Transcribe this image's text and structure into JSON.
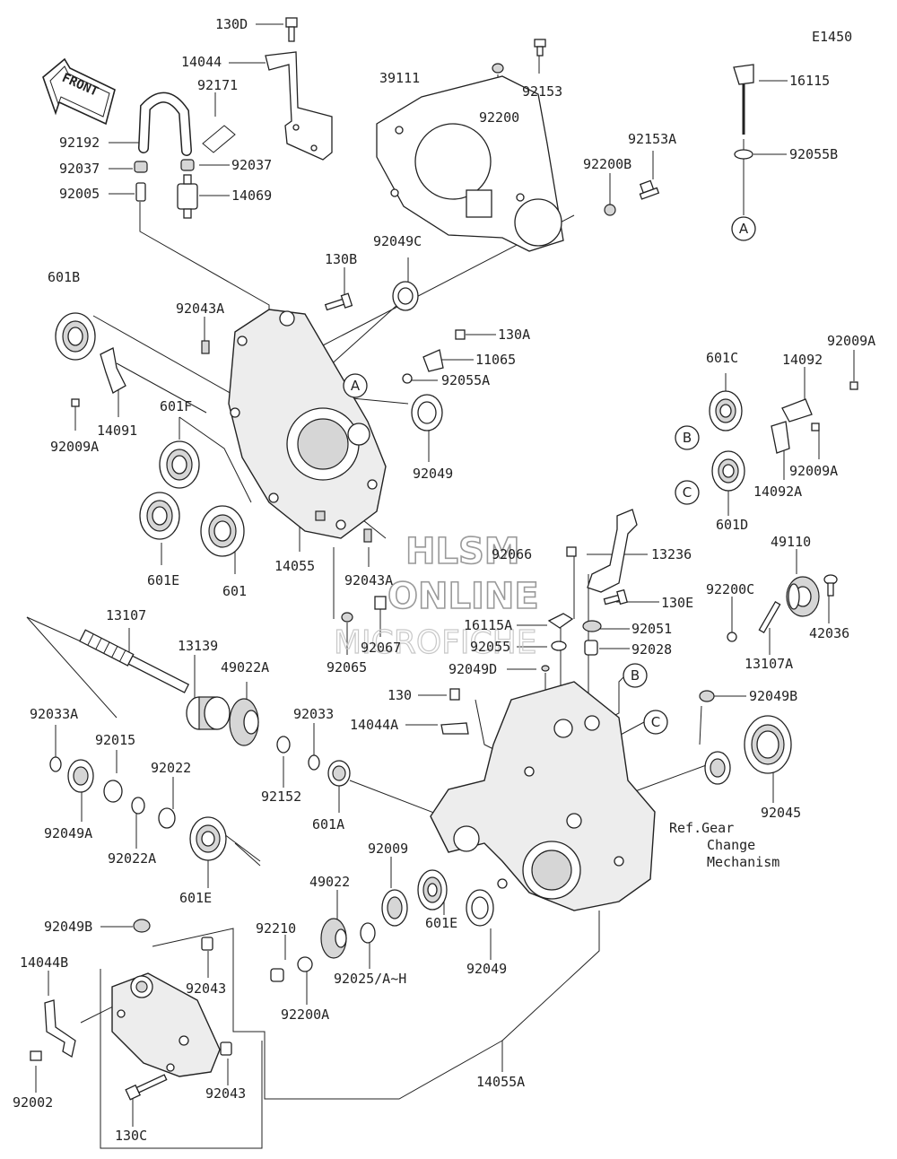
{
  "diagram_code": "E1450",
  "front_arrow": "FRONT",
  "watermark": {
    "line1": "HLSM",
    "line2": "ONLINE",
    "line3": "MICROFICHE"
  },
  "labels": {
    "l130D": "130D",
    "l14044": "14044",
    "l92171": "92171",
    "l92192": "92192",
    "l92037a": "92037",
    "l92037b": "92037",
    "l92005": "92005",
    "l14069": "14069",
    "l39111": "39111",
    "l92200": "92200",
    "l92153": "92153",
    "l92153A": "92153A",
    "l92200B": "92200B",
    "l16115": "16115",
    "l92055B": "92055B",
    "l130B": "130B",
    "l92049C": "92049C",
    "l601B": "601B",
    "l92043A": "92043A",
    "l130A": "130A",
    "l11065": "11065",
    "l92055A": "92055A",
    "l92009A_a": "92009A",
    "l14091": "14091",
    "l601F": "601F",
    "l92049a": "92049",
    "l601E_a": "601E",
    "l601a": "601",
    "l14055": "14055",
    "l92043A_b": "92043A",
    "l601C": "601C",
    "l14092": "14092",
    "l92009A_b": "92009A",
    "l92009A_c": "92009A",
    "l14092A": "14092A",
    "l601D": "601D",
    "l49110": "49110",
    "l92066": "92066",
    "l13236": "13236",
    "l92200C": "92200C",
    "l130E": "130E",
    "l42036": "42036",
    "l16115A": "16115A",
    "l92051": "92051",
    "l92055": "92055",
    "l92028": "92028",
    "l13107A": "13107A",
    "l92049D": "92049D",
    "l130": "130",
    "l92049B_a": "92049B",
    "l14044A": "14044A",
    "l13107": "13107",
    "l13139": "13139",
    "l49022A": "49022A",
    "l92067": "92067",
    "l92065": "92065",
    "l92033A": "92033A",
    "l92015": "92015",
    "l92033": "92033",
    "l92022": "92022",
    "l92152": "92152",
    "l601A": "601A",
    "l92045": "92045",
    "l92049A": "92049A",
    "l92022A": "92022A",
    "l601E_b": "601E",
    "l92009": "92009",
    "l49022": "49022",
    "l601E_c": "601E",
    "l92049b": "92049",
    "l92049B_b": "92049B",
    "l92210": "92210",
    "l92025": "92025/A~H",
    "l14044B": "14044B",
    "l92043a": "92043",
    "l92200A": "92200A",
    "l92043b": "92043",
    "l92002": "92002",
    "l130C": "130C",
    "l14055A": "14055A"
  },
  "ref_note": {
    "line1": "Ref.Gear",
    "line2": "Change",
    "line3": "Mechanism"
  },
  "callouts": {
    "A1": "A",
    "A2": "A",
    "B1": "B",
    "B2": "B",
    "C1": "C",
    "C2": "C"
  }
}
